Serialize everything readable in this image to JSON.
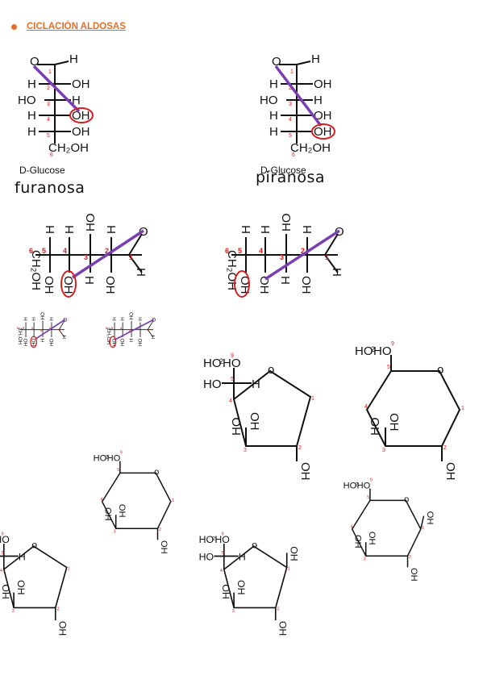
{
  "header": {
    "title": "CICLACIÓN ALDOSAS"
  },
  "captions": {
    "left_compound": "D-Glucose",
    "left_ring": "furanosa",
    "right_compound": "D-Glucose",
    "right_ring": "piranosa"
  },
  "fischer": {
    "top": "H",
    "rows": [
      {
        "num": "1",
        "left": "O",
        "right": "H"
      },
      {
        "num": "2",
        "left": "H",
        "right": "OH"
      },
      {
        "num": "3",
        "left": "HO",
        "right": "H"
      },
      {
        "num": "4",
        "left": "H",
        "right": "OH"
      },
      {
        "num": "5",
        "left": "H",
        "right": "OH"
      },
      {
        "num": "6",
        "bottom": "CH₂OH"
      }
    ]
  },
  "colors": {
    "accent": "#e0702a",
    "bond_highlight": "#7a3fb0",
    "circle": "#d42020",
    "number": "#d42020",
    "ink": "#111111"
  }
}
